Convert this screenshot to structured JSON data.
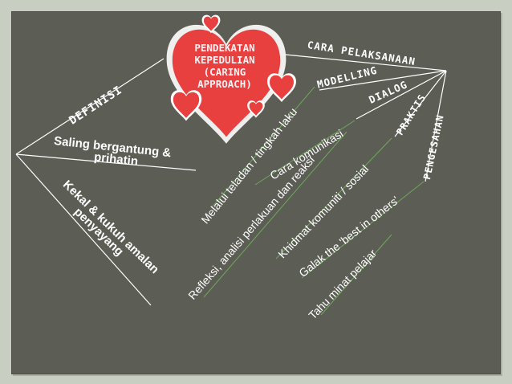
{
  "title": [
    "PENDEKATAN",
    "KEPEDULIAN",
    "(CARING",
    "APPROACH)"
  ],
  "left": {
    "definisi_label": "DEFINISI",
    "definisi_text_1": "Saling bergantung &",
    "definisi_text_2": "prihatin",
    "branch_text_1": "Kekal & kukuh amalan",
    "branch_text_2": "penyayang"
  },
  "right": {
    "header": "CARA PELAKSANAAN",
    "methods": [
      {
        "label": "MODELLING",
        "text": "Melalui teladan / tingkah laku"
      },
      {
        "label": "",
        "text": "Cara komunikasi"
      },
      {
        "label": "DIALOG",
        "text": "Refleksi, analisi perlakuan dan reaksi"
      },
      {
        "label": "PRAKTIS",
        "text": "Khidmat komuniti / sosial"
      },
      {
        "label": "PENGESAHAN",
        "text": "Galak the 'best in others'"
      },
      {
        "label": "",
        "text": "Tahu minat pelajar"
      }
    ]
  },
  "colors": {
    "panel": "#5c5d55",
    "border": "#c8cfc2",
    "heart": "#e8403f",
    "line": "#ffffff",
    "guide": "#6ea85a"
  }
}
